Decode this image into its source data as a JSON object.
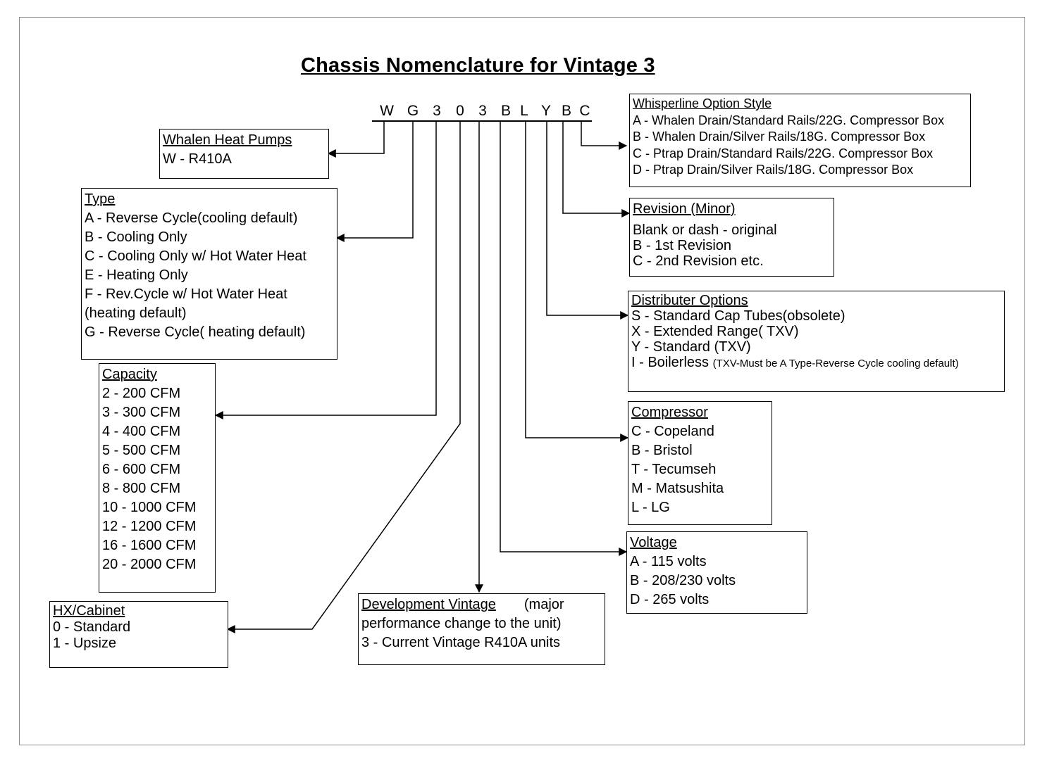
{
  "title": "Chassis Nomenclature for Vintage 3",
  "model_code": [
    "W",
    "G",
    "3",
    "0",
    "3",
    "B",
    "L",
    "Y",
    "B",
    "C"
  ],
  "boxes": {
    "whalen": {
      "heading": "Whalen Heat Pumps",
      "items": [
        "W - R410A"
      ]
    },
    "type": {
      "heading": "Type",
      "items": [
        "A - Reverse Cycle(cooling default)",
        "B - Cooling Only",
        "C - Cooling Only w/ Hot Water Heat",
        "E - Heating Only",
        "F - Rev.Cycle w/ Hot Water Heat",
        "(heating default)",
        "G - Reverse Cycle( heating default)"
      ]
    },
    "capacity": {
      "heading": "Capacity",
      "items": [
        "2 - 200 CFM",
        "3 - 300 CFM",
        "4 - 400 CFM",
        "5 - 500 CFM",
        "6 - 600 CFM",
        "8 - 800 CFM",
        "10 - 1000 CFM",
        "12 - 1200 CFM",
        "16 - 1600 CFM",
        "20 - 2000 CFM"
      ]
    },
    "hx": {
      "heading": "HX/Cabinet",
      "items": [
        "0 - Standard",
        "1 - Upsize"
      ]
    },
    "vintage": {
      "heading": "Development Vintage",
      "heading_note": "(major",
      "items": [
        "performance change to the unit)",
        "3 - Current Vintage R410A units"
      ]
    },
    "whisperline": {
      "heading": "Whisperline Option Style",
      "items": [
        "A - Whalen Drain/Standard Rails/22G. Compressor Box",
        "B - Whalen Drain/Silver Rails/18G. Compressor Box",
        "C - Ptrap Drain/Standard Rails/22G. Compressor Box",
        "D - Ptrap Drain/Silver Rails/18G. Compressor Box"
      ]
    },
    "revision": {
      "heading": "Revision (Minor)",
      "items": [
        "Blank or dash - original",
        "B -  1st  Revision",
        "C -  2nd Revision etc."
      ]
    },
    "distributer": {
      "heading": "Distributer Options",
      "items": [
        "S - Standard Cap Tubes(obsolete)",
        "X - Extended Range( TXV)",
        "Y - Standard (TXV)"
      ],
      "last_item": "I - Boilerless",
      "last_item_note": "(TXV-Must be A Type-Reverse Cycle cooling default)"
    },
    "compressor": {
      "heading": "Compressor",
      "items": [
        "C - Copeland",
        "B - Bristol",
        "T - Tecumseh",
        "M - Matsushita",
        "L - LG"
      ]
    },
    "voltage": {
      "heading": "Voltage",
      "items": [
        "A - 115 volts",
        "B - 208/230 volts",
        "D - 265 volts"
      ]
    }
  }
}
